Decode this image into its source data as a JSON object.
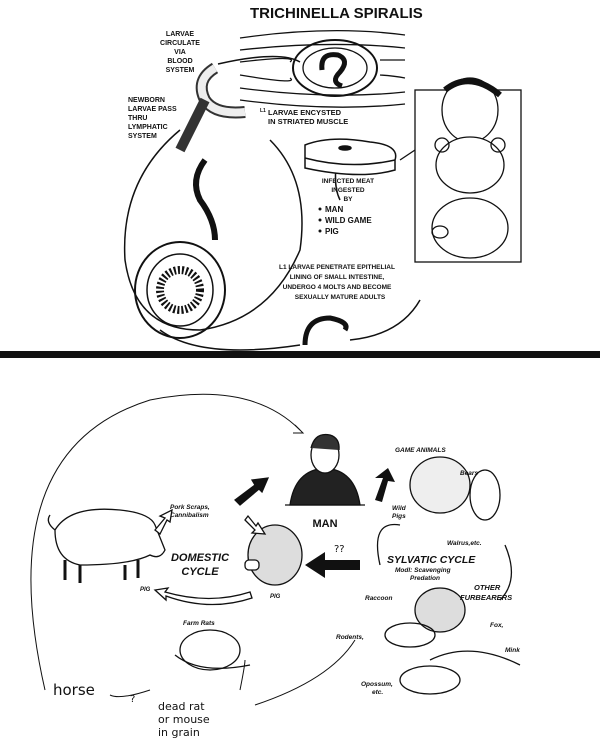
{
  "top": {
    "title": "TRICHINELLA SPIRALIS",
    "blood": [
      "LARVAE",
      "CIRCULATE",
      "VIA",
      "BLOOD",
      "SYSTEM"
    ],
    "lymph": [
      "NEWBORN",
      "LARVAE PASS",
      "THRU",
      "LYMPHATIC",
      "SYSTEM"
    ],
    "encysted_sub": "L1",
    "encysted": [
      "LARVAE ENCYSTED",
      "IN STRIATED MUSCLE"
    ],
    "ingested": [
      "INFECTED MEAT",
      "INGESTED",
      "BY"
    ],
    "hosts": [
      "MAN",
      "WILD GAME",
      "PIG"
    ],
    "penetrate": [
      "L1 LARVAE PENETRATE EPITHELIAL",
      "LINING OF SMALL INTESTINE,",
      "UNDERGO 4 MOLTS AND BECOME",
      "SEXUALLY MATURE ADULTS"
    ]
  },
  "bottom": {
    "man": "MAN",
    "domestic": [
      "DOMESTIC",
      "CYCLE"
    ],
    "pork_scraps": [
      "Pork Scraps,",
      "Cannibalism"
    ],
    "pig_left": "PIG",
    "pig_right": "PIG",
    "farm_rats": "Farm Rats",
    "unknown": "??",
    "game_animals": "GAME ANIMALS",
    "bears": "Bears",
    "wild_pigs": [
      "Wild",
      "Pigs"
    ],
    "walrus": "Walrus,etc.",
    "sylvatic": "SYLVATIC CYCLE",
    "sylvatic_sub": [
      "Modl: Scavenging",
      "Predation"
    ],
    "other": [
      "OTHER",
      "FURBEARERS"
    ],
    "raccoon": "Raccoon",
    "rodents": "Rodents,",
    "fox": "Fox,",
    "mink": "Mink",
    "opossum": [
      "Opossum,",
      "etc."
    ],
    "horse": "horse",
    "question": "?",
    "dead_rat": [
      "dead rat",
      "or mouse",
      "in grain"
    ]
  }
}
